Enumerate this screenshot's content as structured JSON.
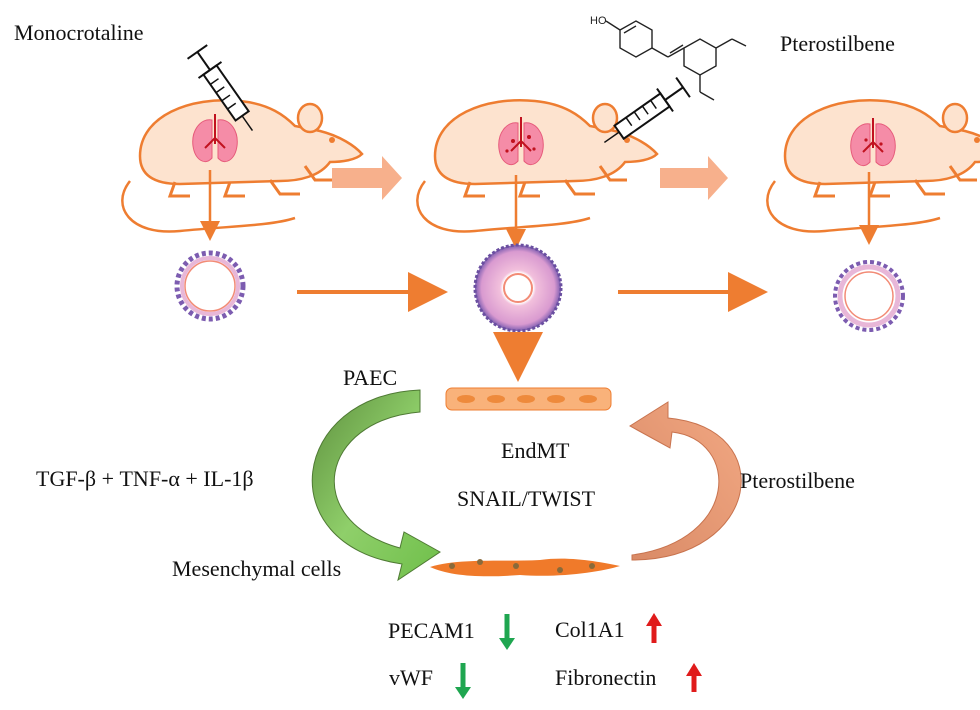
{
  "labels": {
    "monocrotaline": "Monocrotaline",
    "pterostilbene_top": "Pterostilbene",
    "paec": "PAEC",
    "cytokines": "TGF-β + TNF-α + IL-1β",
    "mesenchymal": "Mesenchymal cells",
    "endmt": "EndMT",
    "snail_twist": "SNAIL/TWIST",
    "pterostilbene_right": "Pterostilbene"
  },
  "markers": [
    {
      "name": "PECAM1",
      "direction": "down",
      "color": "#1fa650"
    },
    {
      "name": "vWF",
      "direction": "down",
      "color": "#1fa650"
    },
    {
      "name": "Col1A1",
      "direction": "up",
      "color": "#e01b1b"
    },
    {
      "name": "Fibronectin",
      "direction": "up",
      "color": "#e01b1b"
    }
  ],
  "chem_labels": {
    "hydroxyl": "HO"
  },
  "colors": {
    "orange": "#ee7d31",
    "green": "#70ad47",
    "salmon": "#f4a582",
    "lung": "#f06e8a",
    "vessel_purple": "#9467bd"
  }
}
